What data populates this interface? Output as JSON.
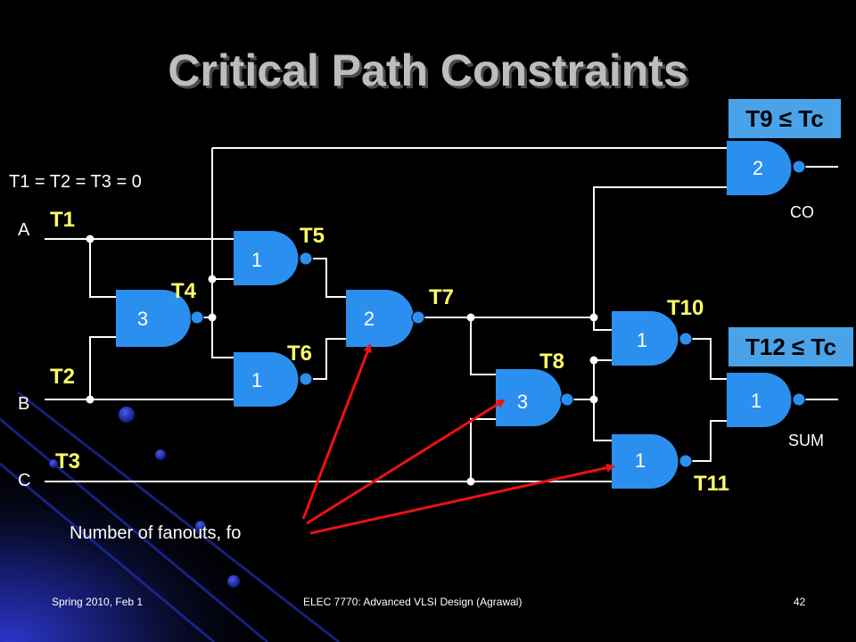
{
  "slide": {
    "title": "Critical Path Constraints",
    "constraint_co": "T9 ≤ Tc",
    "constraint_sum": "T12 ≤ Tc",
    "initial_condition": "T1 = T2 = T3 = 0",
    "fanout_note": "Number of fanouts, fo"
  },
  "inputs": {
    "a": "A",
    "b": "B",
    "c": "C"
  },
  "outputs": {
    "co": "CO",
    "sum": "SUM"
  },
  "timing_labels": {
    "t1": "T1",
    "t2": "T2",
    "t3": "T3",
    "t4": "T4",
    "t5": "T5",
    "t6": "T6",
    "t7": "T7",
    "t8": "T8",
    "t10": "T10",
    "t11": "T11"
  },
  "gates": {
    "g_t4": "3",
    "g_t5": "1",
    "g_t6": "1",
    "g_t7": "2",
    "g_t8": "3",
    "g_t10": "1",
    "g_t11": "1",
    "g_co": "2",
    "g_sum": "1"
  },
  "footer": {
    "left": "Spring 2010, Feb 1",
    "center": "ELEC 7770: Advanced VLSI Design (Agrawal)",
    "page": "42"
  },
  "colors": {
    "background": "#000000",
    "gate_fill": "#2b8ff0",
    "badge": "#4aa3e8",
    "label_yellow": "#ffff66",
    "arrow_red": "#ee1111",
    "title_gray": "#bdbdbd"
  }
}
